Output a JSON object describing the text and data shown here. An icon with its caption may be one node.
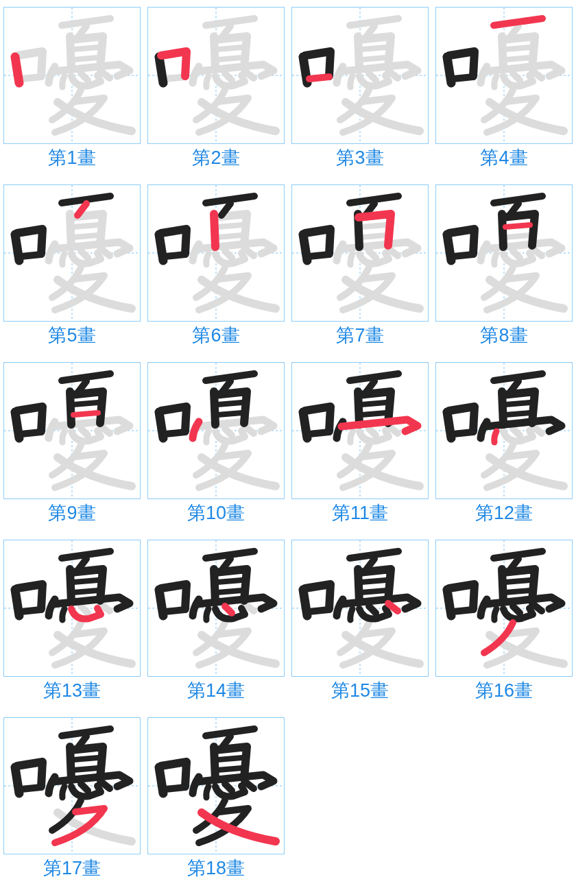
{
  "diagram": {
    "nodes": [
      {
        "text": [
          "第1畫"
        ]
      },
      {
        "text": [
          "第2畫"
        ]
      },
      {
        "text": [
          "第3畫"
        ]
      },
      {
        "text": [
          "第4畫"
        ]
      },
      {
        "text": [
          "第5畫"
        ]
      },
      {
        "text": [
          "第6畫"
        ]
      },
      {
        "text": [
          "第7畫"
        ]
      },
      {
        "text": [
          "第8畫"
        ]
      },
      {
        "text": [
          "第9畫"
        ]
      },
      {
        "text": [
          "第10畫"
        ]
      },
      {
        "text": [
          "第11畫"
        ]
      },
      {
        "text": [
          "第12畫"
        ]
      },
      {
        "text": [
          "第13畫"
        ]
      },
      {
        "text": [
          "第14畫"
        ]
      },
      {
        "text": [
          "第15畫"
        ]
      },
      {
        "text": [
          "第16畫"
        ]
      },
      {
        "text": [
          "第17畫"
        ]
      },
      {
        "text": [
          "第18畫"
        ]
      }
    ]
  }
}
